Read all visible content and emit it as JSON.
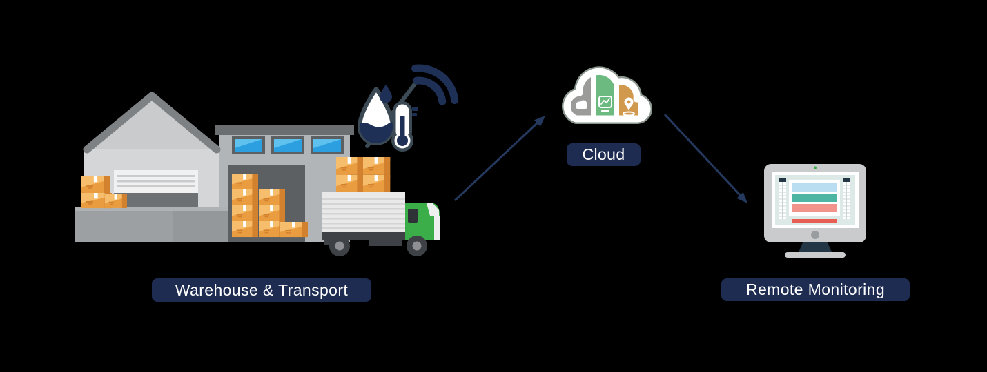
{
  "labels": {
    "warehouse_transport": "Warehouse & Transport",
    "cloud": "Cloud",
    "remote_monitoring": "Remote Monitoring"
  },
  "diagram": {
    "type": "flow",
    "nodes": [
      "Warehouse & Transport",
      "Cloud",
      "Remote Monitoring"
    ],
    "edges": [
      {
        "from": "Warehouse & Transport",
        "to": "Cloud"
      },
      {
        "from": "Cloud",
        "to": "Remote Monitoring"
      }
    ]
  },
  "icons": {
    "sensor": [
      "water-droplet-icon",
      "small-droplet-icon",
      "slash-icon",
      "thermometer-icon",
      "wifi-signal-icon"
    ],
    "cloud_node": [
      "cloud-icon",
      "cloud-glyph-icon",
      "line-chart-glyph-icon",
      "location-pin-glyph-icon"
    ],
    "warehouse": [
      "warehouse-building-icon",
      "roller-door-icon",
      "window-icon",
      "cardboard-box-icon",
      "pallet-platform-icon"
    ],
    "transport": [
      "delivery-truck-icon"
    ],
    "monitoring": [
      "desktop-monitor-icon",
      "dashboard-bars-icon"
    ],
    "arrows": [
      "arrow-up-right-icon",
      "arrow-down-right-icon"
    ]
  },
  "colors": {
    "bg": "#000000",
    "navy": "#1E2C52",
    "badge_text": "#FFFFFF",
    "arrow": "#25395F",
    "sensor_navy": "#1F3056",
    "outline": "#3B4A54",
    "wall_light": "#D4D6D8",
    "gable": "#C9CBCD",
    "roof_edge": "#7E8184",
    "wall_mid": "#B2B5B7",
    "roof_band": "#6A6E71",
    "door_dark": "#5C6063",
    "shutter": "#F1F1F1",
    "shutter_line": "#C9CBCD",
    "opening": "#6E7174",
    "platform": "#9DA0A2",
    "platform_top": "#AFB2B4",
    "platform_dark": "#94989A",
    "box": "#EA9C41",
    "box_light": "#F6BE6C",
    "box_dark": "#D2812F",
    "window_frame": "#5C6063",
    "window_blue": "#2B9FE0",
    "window_light": "#5FC2EE",
    "truck_green": "#3CAE49",
    "trailer": "#E9E9E9",
    "trailer_line": "#D4D4D4",
    "chassis": "#3E4145",
    "hub": "#8E9093",
    "cab_white": "#EDEFEE",
    "cab_window": "#2E3237",
    "white": "#FFFFFF",
    "cloud_outline": "#8A958E",
    "cloud_gray": "#9B9B99",
    "cloud_green": "#6CBA80",
    "cloud_orange": "#D1994E",
    "monitor_gray": "#C9CBCD",
    "screen_bg": "#DDE9E6",
    "bar_blue": "#B9DEF2",
    "bar_teal": "#4DB6A3",
    "bar_salmon": "#F2948C",
    "bar_red": "#E85E54",
    "stand": "#233646",
    "button": "#9A9D9F",
    "camera": "#3CAE49",
    "grid": "#C7D6D2"
  }
}
